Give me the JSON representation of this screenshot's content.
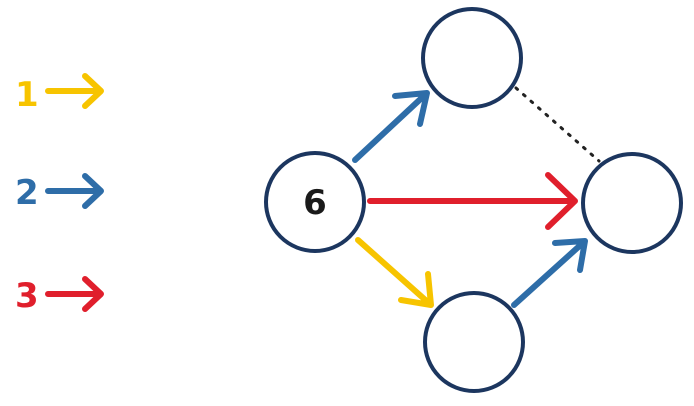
{
  "colors": {
    "yellow": "#F7C400",
    "blue": "#2E6DA8",
    "red": "#E01F2C",
    "node_stroke": "#1C365F",
    "dotted": "#222222",
    "background": "#FFFFFF"
  },
  "legend": [
    {
      "label": "1",
      "color_key": "yellow"
    },
    {
      "label": "2",
      "color_key": "blue"
    },
    {
      "label": "3",
      "color_key": "red"
    }
  ],
  "nodes": {
    "left": {
      "label": "6"
    },
    "top": {
      "label": ""
    },
    "right": {
      "label": ""
    },
    "bottom": {
      "label": ""
    }
  },
  "edges": [
    {
      "from": "left",
      "to": "top",
      "color_key": "blue",
      "style": "arrow"
    },
    {
      "from": "left",
      "to": "right",
      "color_key": "red",
      "style": "arrow"
    },
    {
      "from": "left",
      "to": "bottom",
      "color_key": "yellow",
      "style": "arrow"
    },
    {
      "from": "bottom",
      "to": "right",
      "color_key": "blue",
      "style": "arrow"
    },
    {
      "from": "top",
      "to": "right",
      "color_key": "dotted",
      "style": "dotted"
    }
  ]
}
